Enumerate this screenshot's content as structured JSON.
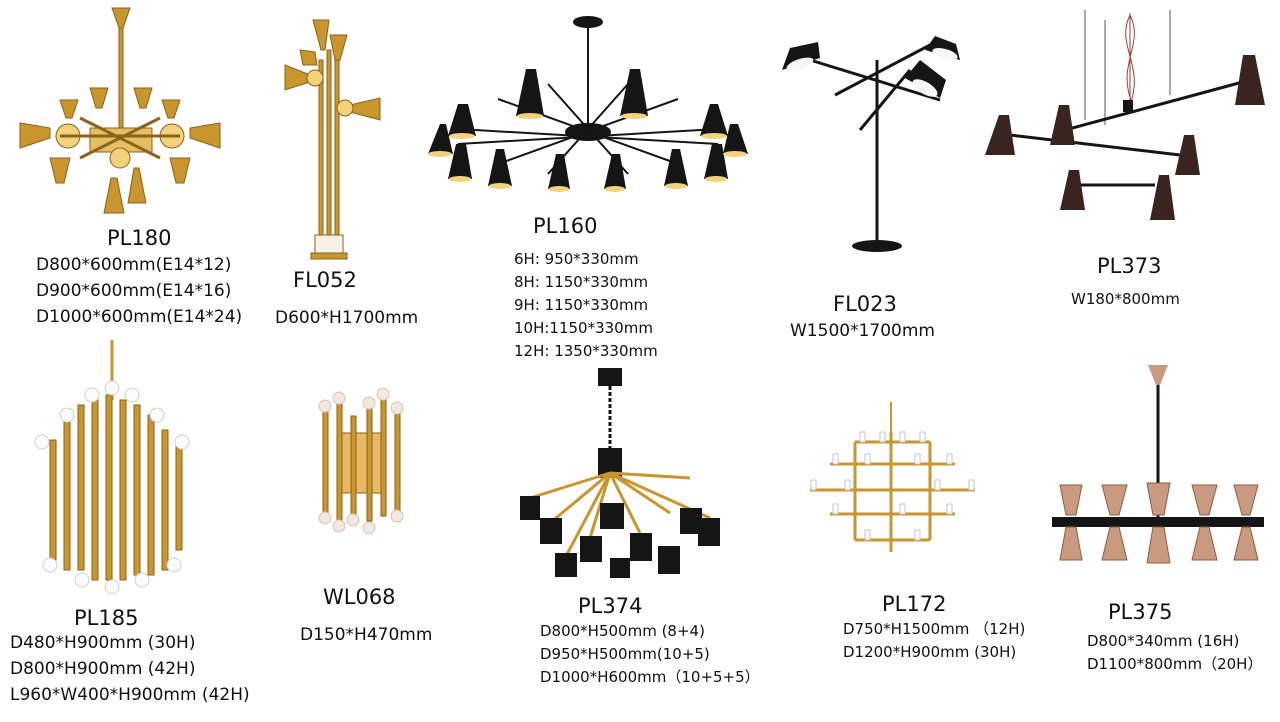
{
  "palette": {
    "brass": "#c9962e",
    "brass_light": "#f2d27a",
    "black": "#151515",
    "copper": "#b07b5a",
    "dark_brown": "#3a2420",
    "white": "#ffffff"
  },
  "products": [
    {
      "code": "PL180",
      "specs": [
        "D800*600mm(E14*12)",
        "D900*600mm(E14*16)",
        "D1000*600mm(E14*24)"
      ],
      "icon": "brass-horn-chandelier-icon"
    },
    {
      "code": "FL052",
      "specs": [
        "D600*H1700mm"
      ],
      "icon": "brass-horn-floor-lamp-icon"
    },
    {
      "code": "PL160",
      "specs": [
        "6H: 950*330mm",
        "8H: 1150*330mm",
        "9H: 1150*330mm",
        "10H:1150*330mm",
        "12H: 1350*330mm"
      ],
      "icon": "black-cone-chandelier-icon"
    },
    {
      "code": "FL023",
      "specs": [
        "W1500*1700mm"
      ],
      "icon": "black-arm-floor-lamp-icon"
    },
    {
      "code": "PL373",
      "specs": [
        "W180*800mm"
      ],
      "icon": "brown-cone-pendant-icon"
    },
    {
      "code": "PL185",
      "specs": [
        "D480*H900mm (30H)",
        "D800*H900mm (42H)",
        "L960*W400*H900mm (42H)"
      ],
      "icon": "brass-tube-chandelier-icon"
    },
    {
      "code": "WL068",
      "specs": [
        "D150*H470mm"
      ],
      "icon": "brass-tube-wall-lamp-icon"
    },
    {
      "code": "PL374",
      "specs": [
        "D800*H500mm (8+4)",
        "D950*H500mm(10+5)",
        "D1000*H600mm（10+5+5）"
      ],
      "icon": "black-spot-chandelier-icon"
    },
    {
      "code": "PL172",
      "specs": [
        "D750*H1500mm （12H)",
        "D1200*H900mm (30H)"
      ],
      "icon": "brass-candle-chandelier-icon"
    },
    {
      "code": "PL375",
      "specs": [
        "D800*340mm (16H)",
        "D1100*800mm（20H）"
      ],
      "icon": "copper-cone-chandelier-icon"
    }
  ]
}
